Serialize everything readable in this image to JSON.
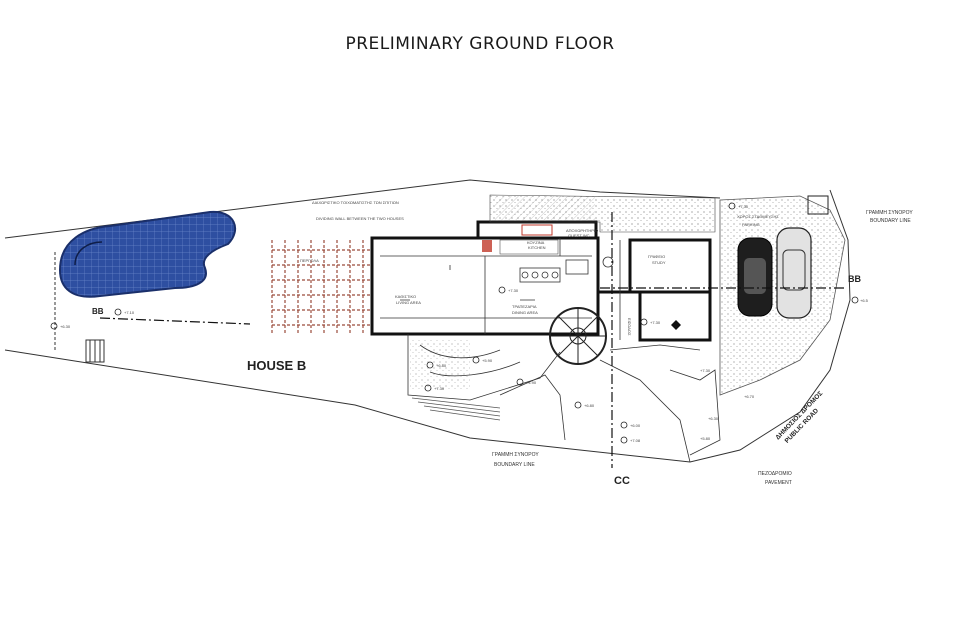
{
  "title": "PRELIMINARY GROUND FLOOR",
  "house_label": "HOUSE B",
  "section_marks": {
    "bb_left": "BB",
    "bb_right": "BB",
    "cc": "CC"
  },
  "boundary_line_top": {
    "greek": "ΓΡΑΜΜΗ ΣΥΝΟΡΟΥ",
    "english": "BOUNDARY LINE"
  },
  "boundary_line_bottom": {
    "greek": "ΓΡΑΜΜΗ ΣΥΝΟΡΟΥ",
    "english": "BOUNDARY LINE"
  },
  "public_road": {
    "greek": "ΔΗΜΟΣΙΟΣ ΔΡΟΜΟΣ",
    "english": "PUBLIC ROAD"
  },
  "pavement": {
    "greek": "ΠΕΖΟΔΡΟΜΙΟ",
    "english": "PAVEMENT"
  },
  "dividing_wall": {
    "greek": "ΔΙΑΧΩΡΙΣΤΙΚΟ ΤΟΙΧΩΜΑΤΙΣΤΗΣ ΤΩΝ ΣΠΙΤΙΩΝ",
    "english": "DIVIDING WALL BETWEEN THE TWO HOUSES"
  },
  "parking": {
    "greek": "ΧΩΡΟΣ ΣΤΑΘΜΕΥΣΗΣ",
    "english": "PARKING"
  },
  "rooms": {
    "kitchen": {
      "greek": "ΚΟΥΖΙΝΑ",
      "english": "KITCHEN"
    },
    "guest_wc": {
      "greek": "ΑΠΟΧΩΡΗΤΗΡΙΟ",
      "english": "GUEST WC"
    },
    "living": {
      "greek": "ΚΑΘΙΣΤΙΚΟ",
      "english": "LIVING AREA"
    },
    "dining": {
      "greek": "ΤΡΑΠΕΖΑΡΙΑ",
      "english": "DINING AREA"
    },
    "study": {
      "greek": "ΓΡΑΦΕΙΟ",
      "english": "STUDY"
    },
    "pergola": "ΠΕΡΓΟΛΑ",
    "entrance": "ΕΙΣΟΔΟΣ"
  },
  "levels": {
    "pool": "+6.30",
    "pool_deck": "+7.10",
    "dining": "+7.30",
    "entry": "+7.30",
    "study": "+7.30",
    "parking": "+7.30",
    "parking_edge": "+6.5",
    "terrace_a": "+6.80",
    "terrace_b": "+5.90",
    "terrace_c": "+4.90",
    "steps_a": "+7.30",
    "steps_b": "+6.80",
    "drive_a": "+6.00",
    "drive_b": "+7.08",
    "road_a": "+7.30",
    "road_b": "+6.70",
    "road_c": "+6.30",
    "road_d": "+5.80"
  },
  "colors": {
    "pool": "#2e4fa1",
    "pergola": "#9a4a3a",
    "kitchen_accent": "#c0392b",
    "ink": "#1a1a1a"
  },
  "icons": {
    "compass": "north-arrow-icon"
  }
}
